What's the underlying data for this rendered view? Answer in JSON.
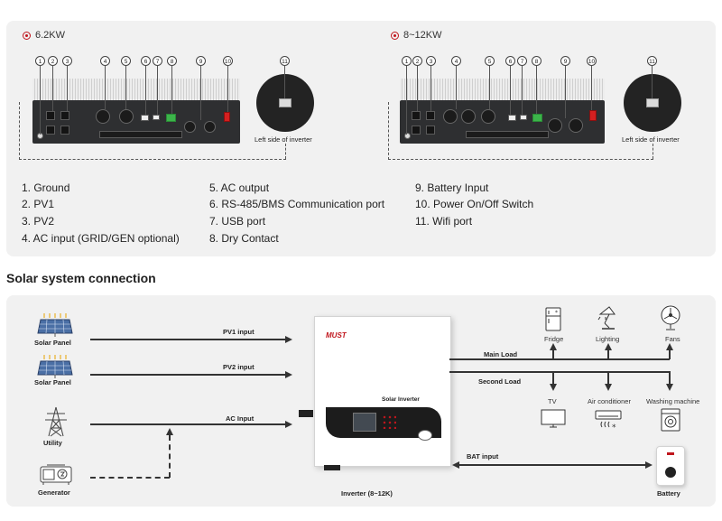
{
  "top_section": {
    "left_model": "6.2KW",
    "right_model": "8~12KW",
    "left_caption": "Left side of inverter",
    "right_caption": "Left side of inverter",
    "callout_numbers": [
      "1",
      "2",
      "3",
      "4",
      "5",
      "6",
      "7",
      "8",
      "9",
      "10",
      "11"
    ]
  },
  "legend": {
    "col1": [
      "1.  Ground",
      "2.  PV1",
      "3.  PV2",
      "4.  AC input (GRID/GEN optional)"
    ],
    "col2": [
      "5.  AC output",
      "6.  RS-485/BMS Communication port",
      "7.  USB port",
      "8.  Dry Contact"
    ],
    "col3": [
      "9.  Battery Input",
      "10. Power On/Off Switch",
      "11. Wifi port"
    ]
  },
  "section_title": "Solar system connection",
  "diagram": {
    "sources": {
      "solar1": "Solar Panel",
      "solar2": "Solar Panel",
      "utility": "Utility",
      "generator": "Generator"
    },
    "connections": {
      "pv1": "PV1 input",
      "pv2": "PV2 input",
      "ac": "AC Input",
      "main_load": "Main Load",
      "second_load": "Second Load",
      "bat": "BAT input"
    },
    "inverter": {
      "brand": "MUST",
      "name": "Solar Inverter",
      "caption": "Inverter (8~12K)"
    },
    "loads": {
      "fridge": "Fridge",
      "lighting": "Lighting",
      "fans": "Fans",
      "tv": "TV",
      "air_conditioner": "Air conditioner",
      "washing_machine": "Washing machine"
    },
    "battery": "Battery"
  },
  "colors": {
    "panel_bg": "#f1f1f1",
    "accent_red": "#c0161d",
    "arrow": "#333333",
    "device_dark": "#2e2f31"
  }
}
